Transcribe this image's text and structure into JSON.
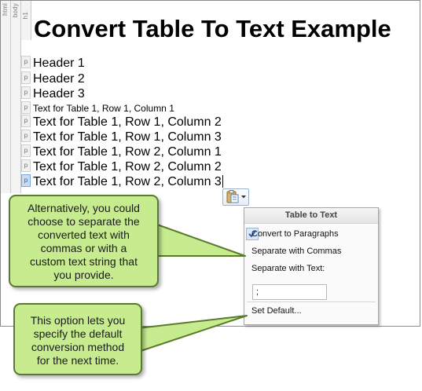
{
  "tag_bar": {
    "html_label": "html",
    "body_label": "body",
    "h1_label": "h1",
    "p_label": "p"
  },
  "document": {
    "title": "Convert Table To Text Example",
    "lines": [
      "Header 1",
      "Header 2",
      "Header 3",
      "Text for Table 1, Row 1, Column 1",
      "Text for Table 1, Row 1, Column 2",
      "Text for Table 1, Row 1, Column 3",
      "Text for Table 1, Row 2, Column 1",
      "Text for Table 1, Row 2, Column 2",
      "Text for Table 1, Row 2, Column 3"
    ]
  },
  "paste_options": {
    "icon": "clipboard-icon"
  },
  "menu": {
    "header": "Table to Text",
    "items": {
      "convert_paragraphs": "Convert to Paragraphs",
      "separate_commas": "Separate with Commas",
      "separate_text": "Separate with Text:",
      "separator_value": ";",
      "set_default": "Set Default..."
    },
    "checked_item": "convert_paragraphs"
  },
  "callouts": {
    "top": [
      "Alternatively, you could",
      "choose to separate the",
      "converted text with",
      "commas or with a",
      "custom text string that",
      "you provide."
    ],
    "bottom": [
      "This option lets you",
      "specify the default",
      "conversion method",
      "for the next time."
    ]
  },
  "colors": {
    "callout_fill": "#c7eb8f",
    "callout_border": "#5a7a2e",
    "selection": "#c9dcf4"
  }
}
